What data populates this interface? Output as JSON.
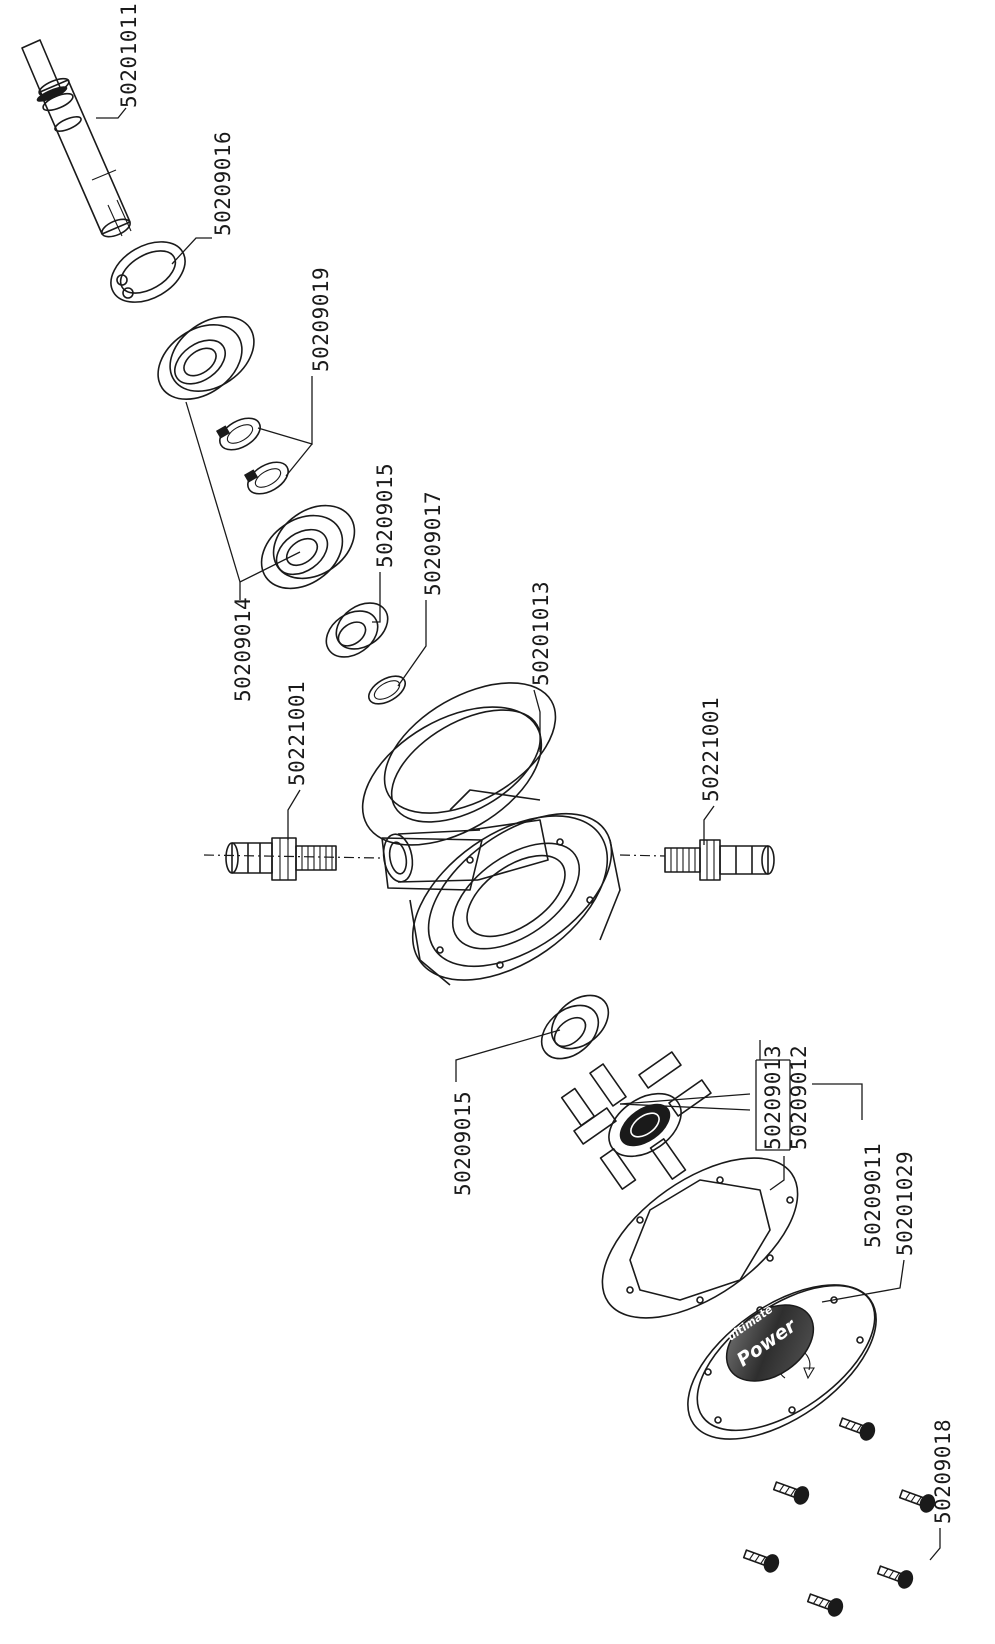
{
  "parts": {
    "shaft": "50201011",
    "circlip": "50209016",
    "clips": "50209019",
    "bearings": "50209014",
    "seal_a": "50209015",
    "oring": "50209017",
    "housing": "50201013",
    "hose_top": "50221001",
    "hose_bottom": "50221001",
    "seal_b": "50209015",
    "impeller_a": "50209013",
    "impeller_b": "50209012",
    "gasket": "50209011",
    "cover": "50201029",
    "screws": "50209018"
  },
  "logo": {
    "line1": "Power",
    "line2": "ultimate"
  },
  "colors": {
    "line": "#1a1a1a",
    "logo": "#3a3a3a"
  }
}
